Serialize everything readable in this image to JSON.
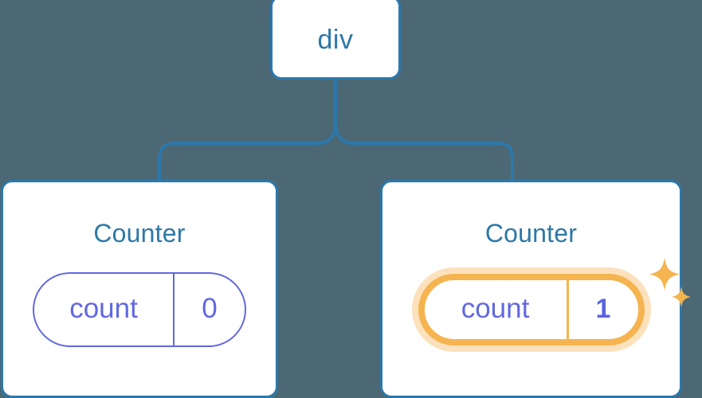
{
  "diagram": {
    "background_color": "#4c6874",
    "node_border_color": "#2b78ac",
    "node_text_color": "#2d78a8",
    "state_color": "#6168e0",
    "highlight_color": "#f5b44f",
    "highlight_halo_color": "#fce1bd",
    "root": {
      "label": "div"
    },
    "children": [
      {
        "title": "Counter",
        "state": {
          "key": "count",
          "value": "0"
        },
        "highlighted": "false",
        "sparkle_icons": []
      },
      {
        "title": "Counter",
        "state": {
          "key": "count",
          "value": "1"
        },
        "highlighted": "true",
        "sparkle_icons": [
          "sparkle-large-icon",
          "sparkle-small-icon"
        ]
      }
    ]
  }
}
